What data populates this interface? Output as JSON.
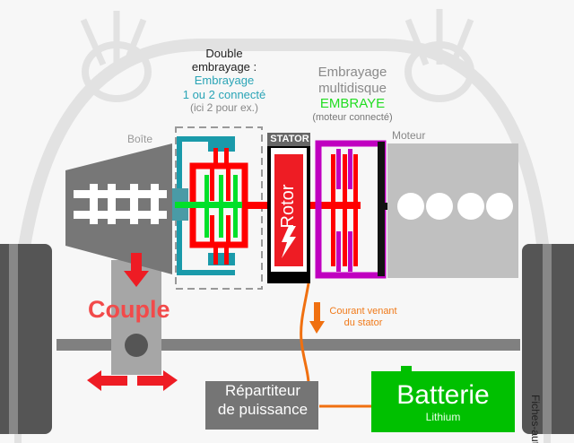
{
  "diagram": {
    "labels": {
      "double_clutch_title_1": "Double",
      "double_clutch_title_2": "embrayage :",
      "double_clutch_state_1": "Embrayage",
      "double_clutch_state_2": "1 ou 2 connecté",
      "double_clutch_note": "(ici 2 pour ex.)",
      "multi_clutch_1": "Embrayage",
      "multi_clutch_2": "multidisque",
      "multi_clutch_state": "EMBRAYE",
      "multi_clutch_note": "(moteur connecté)",
      "gearbox": "Boîte",
      "engine": "Moteur",
      "stator": "STATOR",
      "rotor": "Rotor",
      "torque": "Couple",
      "current_1": "Courant venant",
      "current_2": "du stator",
      "power_split_1": "Répartiteur",
      "power_split_2": "de puissance",
      "battery": "Batterie",
      "battery_type": "Lithium",
      "credit": "Fiches-auto.fr"
    },
    "colors": {
      "teal_clutch": "#1a9aaa",
      "red_shaft": "#ff0000",
      "green_disc": "#00e02a",
      "purple_multi": "#c000c0",
      "battery_green": "#00c000",
      "current_orange": "#f07010",
      "torque_red": "#f24a4a",
      "gearbox_grey": "#777777",
      "engine_grey": "#c0c0c0"
    },
    "icons": [
      "lightning-icon",
      "arrow-down-icon",
      "arrow-left-icon",
      "arrow-right-icon"
    ]
  }
}
